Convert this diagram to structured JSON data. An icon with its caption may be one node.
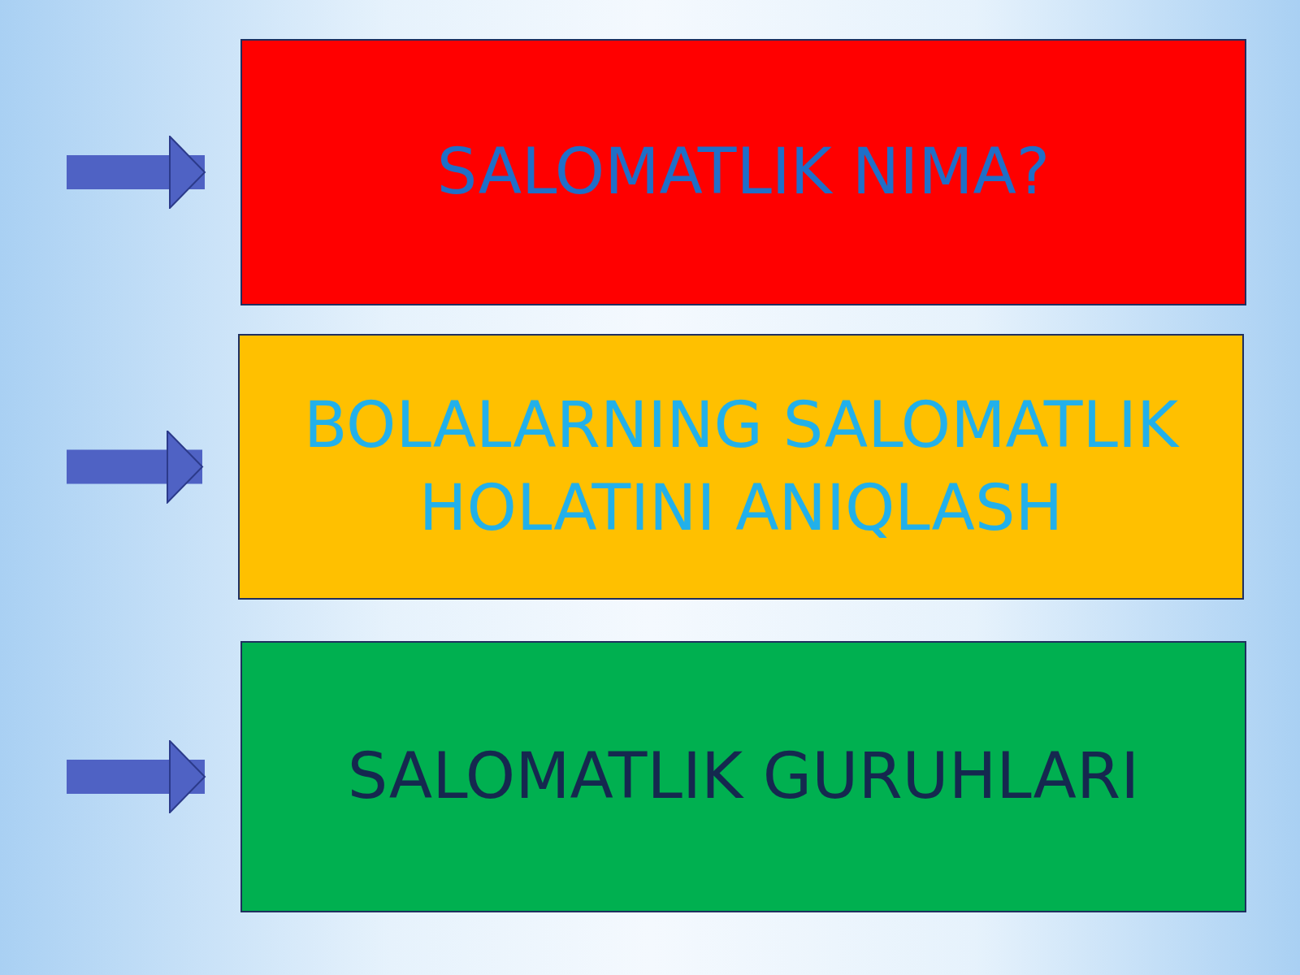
{
  "diagram": {
    "nodes": [
      {
        "text": [
          "SALOMATLIK NIMA?"
        ]
      },
      {
        "text": [
          "BOLALARNING SALOMATLIK HOLATINI ANIQLASH"
        ]
      },
      {
        "text": [
          "SALOMATLIK GURUHLARI"
        ]
      }
    ],
    "edges": [
      {
        "from": null,
        "to": 0,
        "arrow": "to"
      },
      {
        "from": null,
        "to": 1,
        "arrow": "to"
      },
      {
        "from": null,
        "to": 2,
        "arrow": "to"
      }
    ]
  }
}
